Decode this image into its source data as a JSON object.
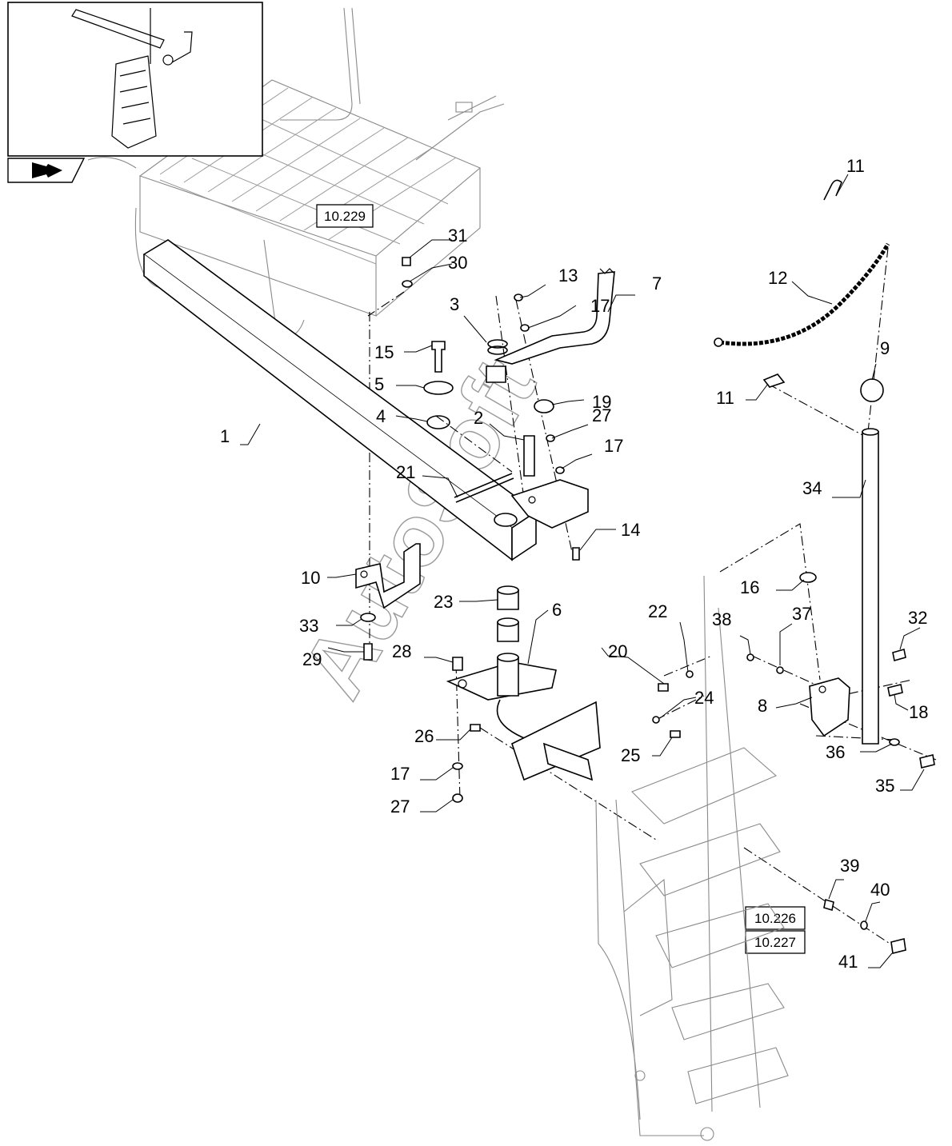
{
  "refs": {
    "r1": "10.229",
    "r2": "10.226",
    "r3": "10.227"
  },
  "watermark": "AutoSoft",
  "labels": {
    "l1": "1",
    "l2": "2",
    "l3": "3",
    "l4": "4",
    "l5": "5",
    "l6": "6",
    "l7": "7",
    "l8": "8",
    "l9": "9",
    "l10": "10",
    "l11a": "11",
    "l11b": "11",
    "l12": "12",
    "l13": "13",
    "l14": "14",
    "l15": "15",
    "l16": "16",
    "l17a": "17",
    "l17b": "17",
    "l17c": "17",
    "l18": "18",
    "l19": "19",
    "l20": "20",
    "l21": "21",
    "l22": "22",
    "l23": "23",
    "l24": "24",
    "l25": "25",
    "l26": "26",
    "l27a": "27",
    "l27b": "27",
    "l28": "28",
    "l29": "29",
    "l30": "30",
    "l31": "31",
    "l32": "32",
    "l33": "33",
    "l34": "34",
    "l35": "35",
    "l36": "36",
    "l37": "37",
    "l38": "38",
    "l39": "39",
    "l40": "40",
    "l41": "41"
  },
  "icons": {
    "thumbnail": "assembly-thumbnail-icon",
    "nav": "arrow-right-icon"
  }
}
